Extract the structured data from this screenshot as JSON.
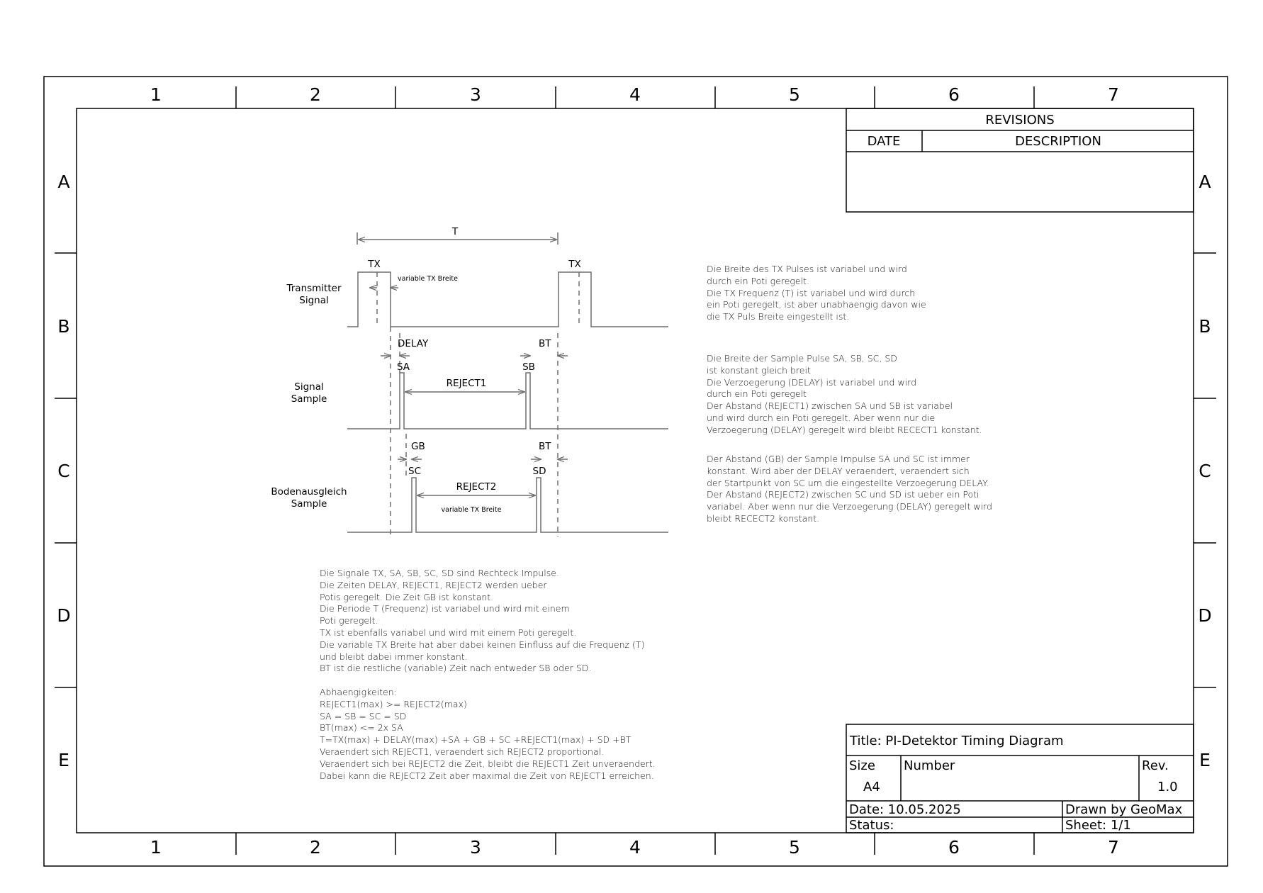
{
  "zones": {
    "columns": [
      "1",
      "2",
      "3",
      "4",
      "5",
      "6",
      "7"
    ],
    "rows": [
      "A",
      "B",
      "C",
      "D",
      "E"
    ]
  },
  "revisions": {
    "title": "REVISIONS",
    "date_header": "DATE",
    "description_header": "DESCRIPTION"
  },
  "timing": {
    "period_label": "T",
    "tx_label_1": "TX",
    "tx_label_2": "TX",
    "tx_width_note": "variable TX Breite",
    "transmitter_label": [
      "Transmitter",
      "Signal"
    ],
    "delay_label": "DELAY",
    "bt_label_1": "BT",
    "sa_label": "SA",
    "sb_label": "SB",
    "reject1_label": "REJECT1",
    "signal_sample_label": [
      "Signal",
      "Sample"
    ],
    "gb_label": "GB",
    "bt_label_2": "BT",
    "sc_label": "SC",
    "sd_label": "SD",
    "reject2_label": "REJECT2",
    "reject2_note": "variable TX Breite",
    "ground_sample_label": [
      "Bodenausgleich",
      "Sample"
    ]
  },
  "notes": {
    "tx": "Die Breite des TX Pulses ist variabel und wird\ndurch ein Poti geregelt.\nDie TX Frequenz (T) ist variabel und wird durch\nein Poti geregelt, ist aber unabhaengig davon wie\ndie TX Puls Breite eingestellt ist.",
    "sample": "Die Breite der Sample Pulse SA, SB, SC, SD\nist konstant gleich breit\nDie Verzoegerung (DELAY) ist variabel und wird\ndurch ein Poti geregelt\nDer Abstand (REJECT1) zwischen SA und SB ist variabel\nund wird durch ein Poti geregelt. Aber wenn nur die\nVerzoegerung (DELAY) geregelt wird bleibt RECECT1 konstant.",
    "ground": "Der Abstand (GB) der Sample Impulse SA und SC ist immer\nkonstant. Wird aber der DELAY veraendert, veraendert sich\nder Startpunkt von SC um die eingestellte Verzoegerung DELAY.\nDer Abstand (REJECT2) zwischen SC und SD ist ueber ein Poti\nvariabel. Aber wenn nur die Verzoegerung (DELAY) geregelt wird\nbleibt RECECT2 konstant.",
    "general": "Die Signale TX, SA, SB, SC, SD sind Rechteck Impulse.\nDie Zeiten DELAY, REJECT1, REJECT2 werden ueber\nPotis geregelt. Die Zeit GB ist konstant.\nDie Periode T (Frequenz) ist variabel und wird mit einem\nPoti geregelt.\nTX ist ebenfalls variabel und wird mit einem Poti geregelt.\nDie variable TX Breite hat aber dabei keinen Einfluss auf die Frequenz (T)\nund bleibt dabei immer konstant.\nBT ist die restliche (variable) Zeit nach entweder SB oder SD.\n\nAbhaengigkeiten:\nREJECT1(max) >= REJECT2(max)\nSA = SB = SC = SD\nBT(max) <= 2x SA\nT=TX(max) + DELAY(max) +SA + GB + SC +REJECT1(max) + SD +BT\nVeraendert sich REJECT1, veraendert sich REJECT2 proportional.\nVeraendert sich bei REJECT2 die Zeit, bleibt die REJECT1 Zeit unveraendert.\nDabei kann die REJECT2 Zeit aber maximal die Zeit von REJECT1 erreichen."
  },
  "title_block": {
    "title": "Title: PI-Detektor Timing Diagram",
    "size_label": "Size",
    "size_value": "A4",
    "number_label": "Number",
    "rev_label": "Rev.",
    "rev_value": "1.0",
    "date": "Date: 10.05.2025",
    "drawn_by": "Drawn by GeoMax",
    "status": "Status:",
    "sheet": "Sheet: 1/1"
  },
  "colors": {
    "frame": "#000000",
    "signal": "#6e6e6e",
    "text": "#111111"
  }
}
